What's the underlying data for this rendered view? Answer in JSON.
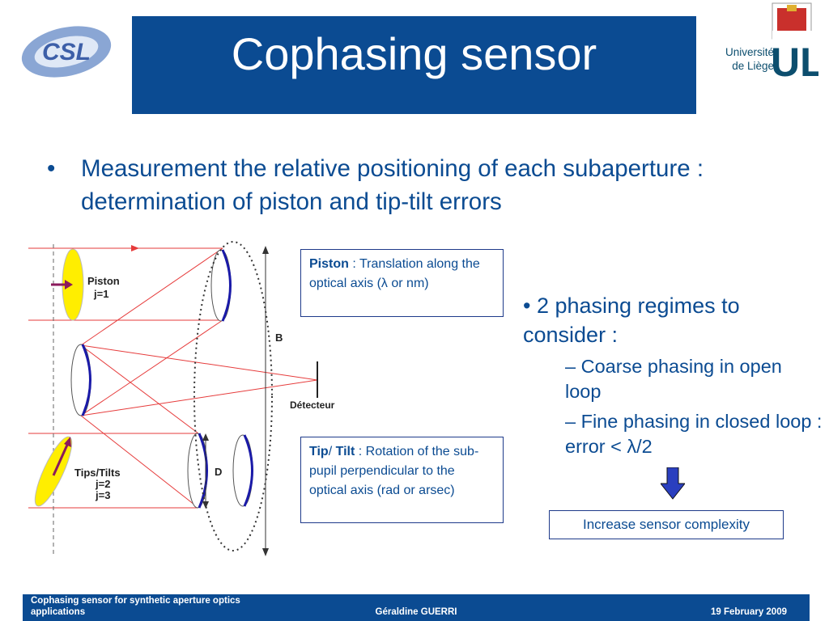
{
  "slide": {
    "title": "Cophasing sensor",
    "logo_left_text": "CSL",
    "logo_right_line1": "Université",
    "logo_right_line2": "de Liège",
    "logo_right_mark": "ULg"
  },
  "bullet": {
    "marker": "•",
    "text": "Measurement the relative positioning of each subaperture : determination of piston and tip-tilt errors"
  },
  "diagram": {
    "piston_label": "Piston",
    "piston_index": "j=1",
    "tips_label": "Tips/Tilts",
    "tips_index_1": "j=2",
    "tips_index_2": "j=3",
    "b_label": "B",
    "d_label": "D",
    "detector_label": "Détecteur",
    "ray_color": "#e63b3b",
    "lens_color": "#1a1aa8",
    "ellipse_fill": "#ffee00",
    "arrow_color": "#8b1a5c"
  },
  "piston_box": {
    "term": "Piston",
    "text": " : Translation along the optical axis (λ or nm)"
  },
  "tip_box": {
    "term_tip": "Tip",
    "sep": "/ ",
    "term_tilt": "Tilt",
    "text": " : Rotation of the sub-pupil perpendicular to the optical axis (rad or arsec)"
  },
  "regimes": {
    "heading": "• 2 phasing regimes to consider :",
    "items": [
      "– Coarse phasing in open loop",
      "– Fine phasing in closed loop : error < λ/2"
    ]
  },
  "result": {
    "text": "Increase sensor complexity"
  },
  "footer": {
    "left": "Cophasing sensor for synthetic aperture optics applications",
    "center": "Géraldine GUERRI",
    "right": "19 February 2009"
  },
  "colors": {
    "brand_blue": "#0b4b92",
    "arrow_blue": "#2a3fbf"
  }
}
